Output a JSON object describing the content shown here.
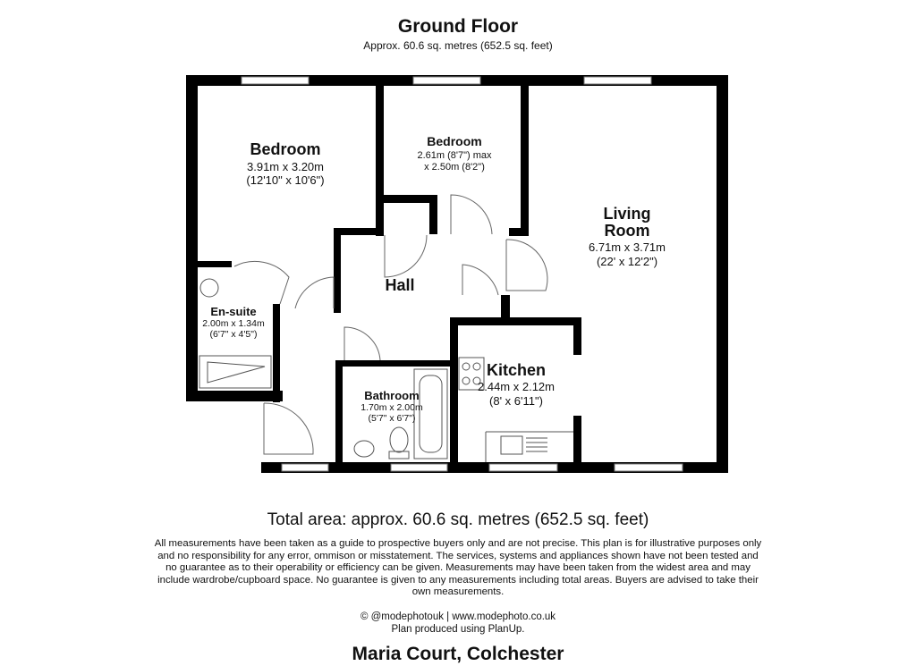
{
  "header": {
    "title": "Ground Floor",
    "subtitle": "Approx. 60.6 sq. metres (652.5 sq. feet)"
  },
  "rooms": {
    "bedroom1": {
      "name": "Bedroom",
      "dims": "3.91m x 3.20m",
      "dims_imperial": "(12'10\" x 10'6\")"
    },
    "bedroom2": {
      "name": "Bedroom",
      "dims": "2.61m (8'7\") max",
      "dims_imperial": "x 2.50m (8'2\")"
    },
    "living": {
      "name_line1": "Living",
      "name_line2": "Room",
      "dims": "6.71m x 3.71m",
      "dims_imperial": "(22' x 12'2\")"
    },
    "hall": {
      "name": "Hall"
    },
    "ensuite": {
      "name": "En-suite",
      "dims": "2.00m x 1.34m",
      "dims_imperial": "(6'7\" x 4'5\")"
    },
    "bathroom": {
      "name": "Bathroom",
      "dims": "1.70m x 2.00m",
      "dims_imperial": "(5'7\" x 6'7\")"
    },
    "kitchen": {
      "name": "Kitchen",
      "dims": "2.44m x 2.12m",
      "dims_imperial": "(8' x 6'11\")"
    }
  },
  "footer": {
    "total_area": "Total area: approx. 60.6 sq. metres (652.5 sq. feet)",
    "disclaimer": "All measurements have been taken as a guide to prospective buyers only and are not precise. This plan is for illustrative purposes only and no responsibility for any error, ommison or misstatement. The services, systems and appliances shown have not been tested and no guarantee as to their operability or efficiency can be given. Measurements may have been taken from the widest area and may include wardrobe/cupboard space. No guarantee is given to any measurements including total areas. Buyers are advised to take their own measurements.",
    "credit_line1": "© @modephotouk | www.modephoto.co.uk",
    "credit_line2": "Plan produced using PlanUp.",
    "address": "Maria Court, Colchester"
  }
}
